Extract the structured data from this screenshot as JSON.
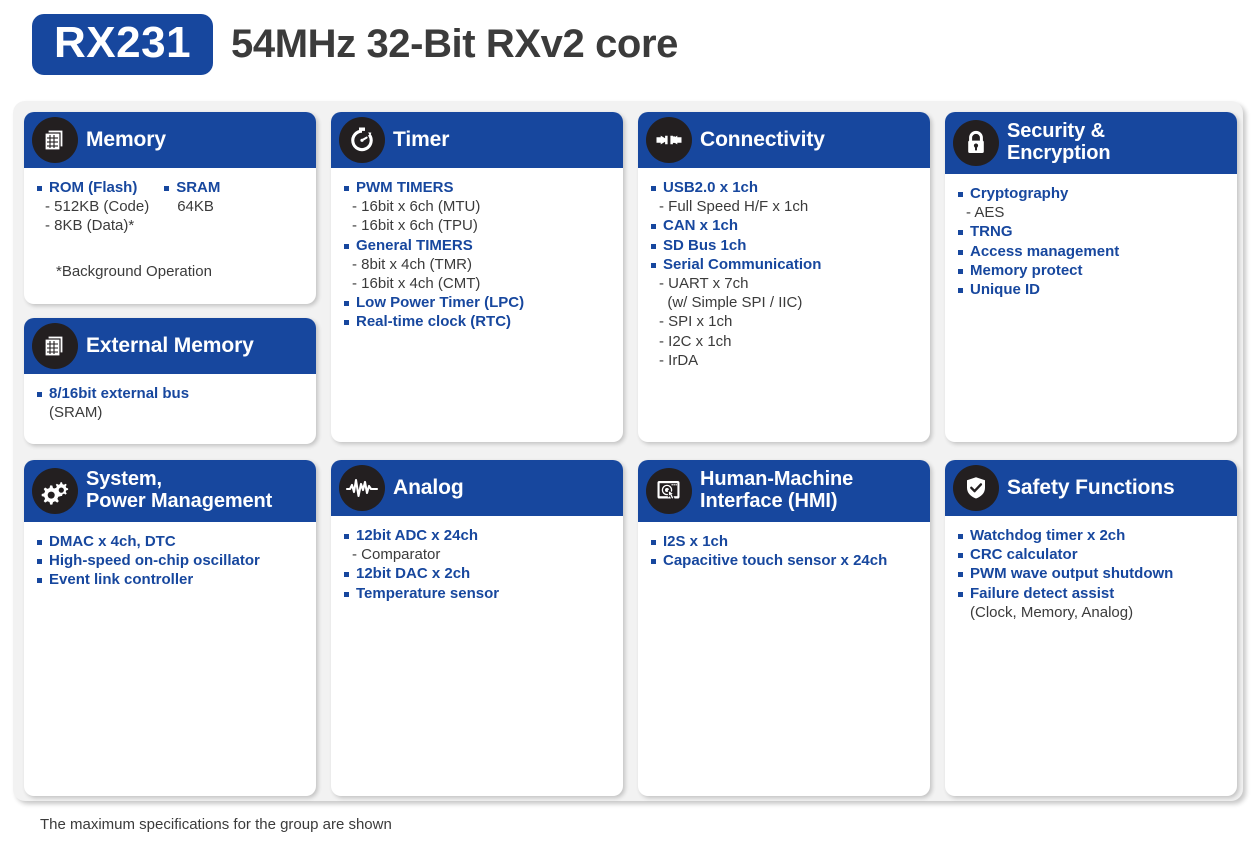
{
  "header": {
    "chip_label": "RX231",
    "headline": "54MHz 32-Bit RXv2 core",
    "chip_color": "#17479E",
    "headline_color": "#3b3b3b"
  },
  "theme": {
    "blue": "#17479E",
    "icon_circle": "#231f20",
    "panel_bg": "#f2f2f2",
    "card_bg": "#ffffff",
    "sub_text": "#3b3b3b"
  },
  "cards": [
    {
      "id": "memory",
      "title": "Memory",
      "icon": "memory-chip-icon",
      "columns": [
        {
          "items": [
            {
              "type": "bullet",
              "text": "ROM (Flash)"
            },
            {
              "type": "sub",
              "text": "- 512KB (Code)"
            },
            {
              "type": "sub",
              "text": "- 8KB (Data)*"
            }
          ]
        },
        {
          "items": [
            {
              "type": "bullet",
              "text": "SRAM"
            },
            {
              "type": "sub-nodash",
              "text": "64KB"
            }
          ]
        }
      ],
      "note": "*Background Operation"
    },
    {
      "id": "external-memory",
      "title": "External Memory",
      "icon": "memory-chip-icon",
      "items": [
        {
          "type": "bullet",
          "text": "8/16bit external bus"
        },
        {
          "type": "plain",
          "text": "(SRAM)"
        }
      ]
    },
    {
      "id": "timer",
      "title": "Timer",
      "icon": "stopwatch-icon",
      "items": [
        {
          "type": "bullet",
          "text": "PWM TIMERS"
        },
        {
          "type": "sub",
          "text": "- 16bit x 6ch (MTU)"
        },
        {
          "type": "sub",
          "text": "- 16bit x 6ch (TPU)"
        },
        {
          "type": "bullet",
          "text": "General TIMERS"
        },
        {
          "type": "sub",
          "text": "- 8bit x 4ch (TMR)"
        },
        {
          "type": "sub",
          "text": "- 16bit x 4ch (CMT)"
        },
        {
          "type": "bullet",
          "text": "Low Power Timer (LPC)"
        },
        {
          "type": "bullet",
          "text": "Real-time clock (RTC)"
        }
      ]
    },
    {
      "id": "connectivity",
      "title": "Connectivity",
      "icon": "plug-connector-icon",
      "items": [
        {
          "type": "bullet",
          "text": "USB2.0 x 1ch"
        },
        {
          "type": "sub",
          "text": "- Full Speed H/F x 1ch"
        },
        {
          "type": "bullet",
          "text": "CAN x 1ch"
        },
        {
          "type": "bullet",
          "text": "SD Bus 1ch"
        },
        {
          "type": "bullet",
          "text": "Serial Communication"
        },
        {
          "type": "sub",
          "text": "- UART x 7ch"
        },
        {
          "type": "sub",
          "text": "  (w/ Simple SPI / IIC)"
        },
        {
          "type": "sub",
          "text": "- SPI x 1ch"
        },
        {
          "type": "sub",
          "text": "- I2C x 1ch"
        },
        {
          "type": "sub",
          "text": "- IrDA"
        }
      ]
    },
    {
      "id": "security-encryption",
      "title": "Security &\nEncryption",
      "icon": "lock-icon",
      "items": [
        {
          "type": "bullet",
          "text": "Cryptography"
        },
        {
          "type": "sub",
          "text": "- AES"
        },
        {
          "type": "bullet",
          "text": "TRNG"
        },
        {
          "type": "bullet",
          "text": "Access management"
        },
        {
          "type": "bullet",
          "text": "Memory protect"
        },
        {
          "type": "bullet",
          "text": "Unique ID"
        }
      ]
    },
    {
      "id": "system-power-management",
      "title": "System,\nPower Management",
      "icon": "gears-icon",
      "items": [
        {
          "type": "bullet",
          "text": "DMAC x 4ch, DTC"
        },
        {
          "type": "bullet",
          "text": "High-speed on-chip oscillator"
        },
        {
          "type": "bullet",
          "text": "Event link controller"
        }
      ]
    },
    {
      "id": "analog",
      "title": "Analog",
      "icon": "waveform-icon",
      "items": [
        {
          "type": "bullet",
          "text": "12bit  ADC x 24ch"
        },
        {
          "type": "sub",
          "text": "- Comparator"
        },
        {
          "type": "bullet",
          "text": "12bit DAC x 2ch"
        },
        {
          "type": "bullet",
          "text": "Temperature sensor"
        }
      ]
    },
    {
      "id": "human-machine-interface",
      "title": "Human-Machine\nInterface (HMI)",
      "icon": "touchscreen-hand-icon",
      "items": [
        {
          "type": "bullet",
          "text": "I2S x 1ch"
        },
        {
          "type": "bullet",
          "text": "Capacitive touch sensor x 24ch"
        }
      ]
    },
    {
      "id": "safety-functions",
      "title": "Safety Functions",
      "icon": "shield-check-icon",
      "items": [
        {
          "type": "bullet",
          "text": "Watchdog timer x 2ch"
        },
        {
          "type": "bullet",
          "text": "CRC calculator"
        },
        {
          "type": "bullet",
          "text": "PWM wave output shutdown"
        },
        {
          "type": "bullet",
          "text": "Failure detect assist"
        },
        {
          "type": "plain",
          "text": "(Clock, Memory, Analog)"
        }
      ]
    }
  ],
  "footer": {
    "note": "The maximum specifications for the group are shown"
  }
}
